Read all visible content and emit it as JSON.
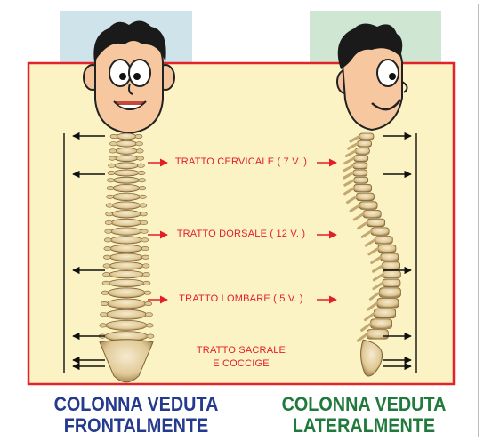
{
  "labels": {
    "cervical": "TRATTO CERVICALE ( 7 V. )",
    "dorsal": "TRATTO DORSALE ( 12 V. )",
    "lumbar": "TRATTO LOMBARE ( 5 V. )",
    "sacral_line1": "TRATTO SACRALE",
    "sacral_line2": "E COCCIGE"
  },
  "captions": {
    "front_line1": "COLONNA VEDUTA",
    "front_line2": "FRONTALMENTE",
    "side_line1": "COLONNA VEDUTA",
    "side_line2": "LATERALMENTE"
  },
  "colors": {
    "panel": "#fbf3c4",
    "panel_border": "#e2232a",
    "label_red": "#e21f26",
    "left_strip": "#cfe3ea",
    "right_strip": "#cfe6d2",
    "front_caption": "#243a8c",
    "side_caption": "#1f7a3c",
    "bone": "#e6d2a2",
    "bone_shade": "#a8895a"
  },
  "icons": {
    "front_head": "cartoon-head-front-icon",
    "side_head": "cartoon-head-side-icon",
    "front_spine": "spine-front-view-icon",
    "side_spine": "spine-side-view-icon"
  }
}
